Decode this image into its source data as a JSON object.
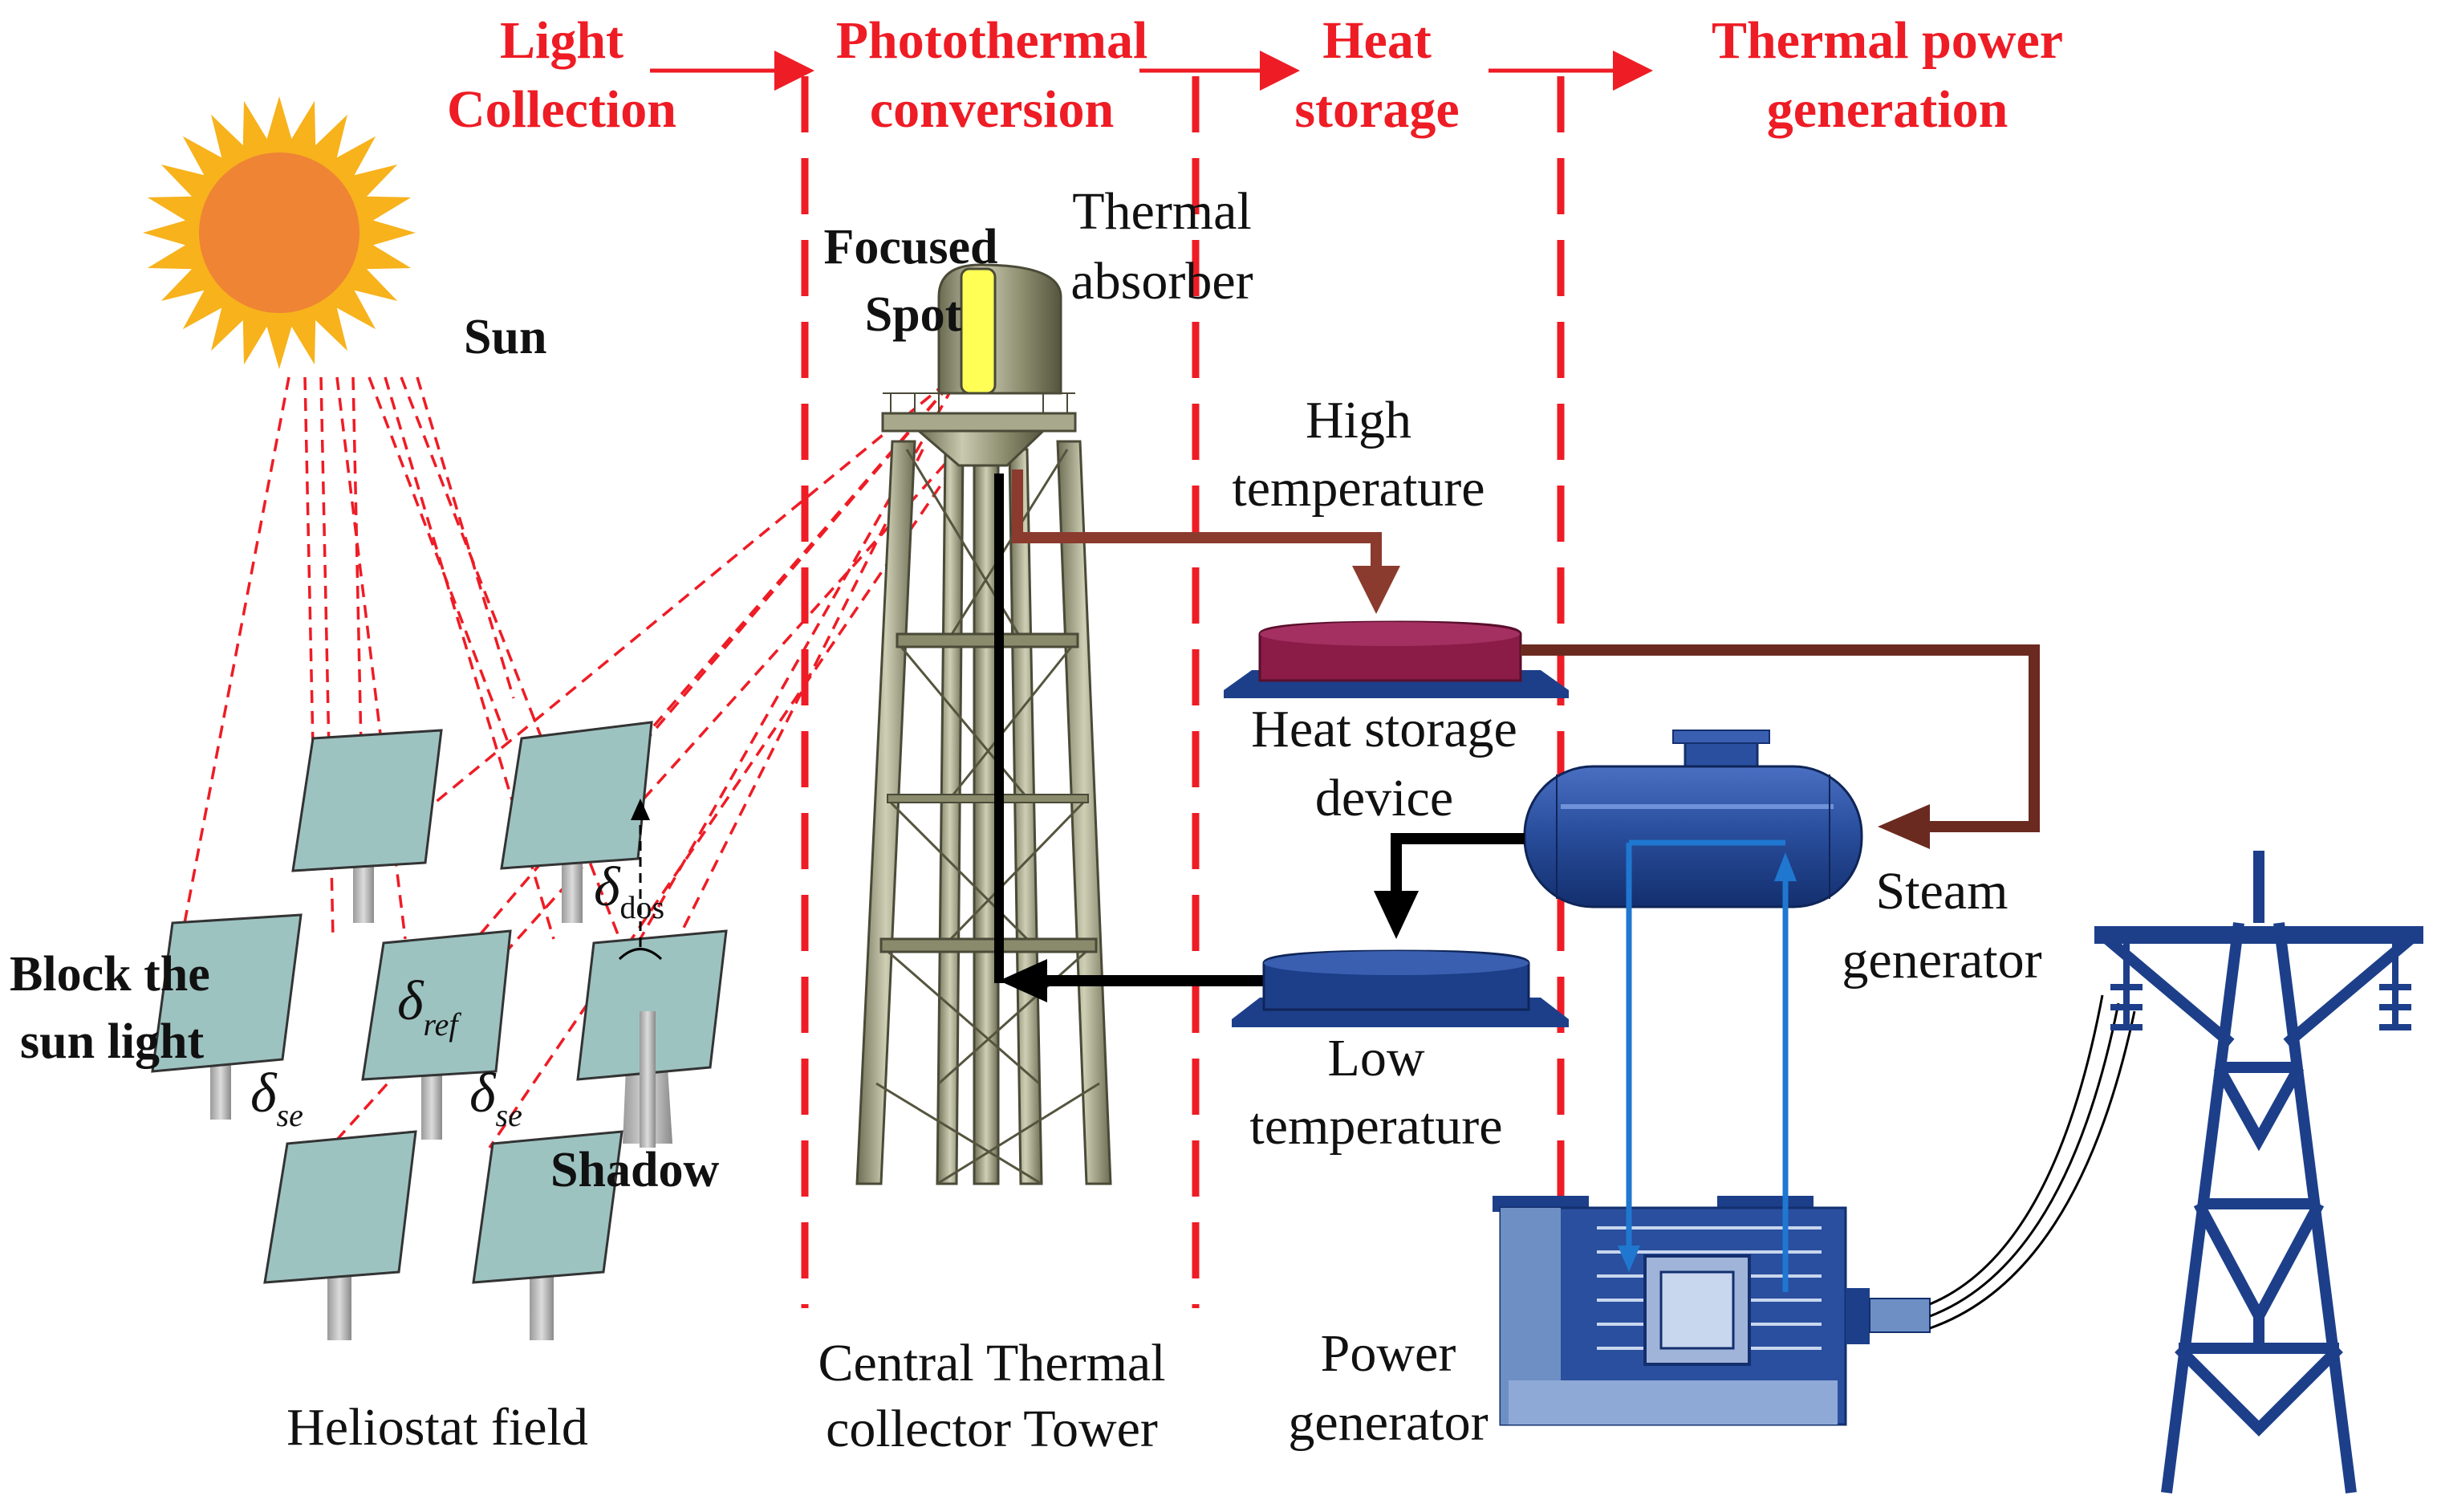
{
  "stages": [
    {
      "line1": "Light",
      "line2": "Collection"
    },
    {
      "line1": "Photothermal",
      "line2": "conversion"
    },
    {
      "line1": "Heat",
      "line2": "storage"
    },
    {
      "line1": "Thermal power",
      "line2": "generation"
    }
  ],
  "labels": {
    "sun": "Sun",
    "focused_spot": [
      "Focused",
      "Spot"
    ],
    "thermal_absorber": [
      "Thermal",
      "absorber"
    ],
    "high_temperature": [
      "High",
      "temperature"
    ],
    "heat_storage_device": [
      "Heat storage",
      "device"
    ],
    "steam_generator": [
      "Steam",
      "generator"
    ],
    "low_temperature": [
      "Low",
      "temperature"
    ],
    "power_generator": [
      "Power",
      "generator"
    ],
    "block_sun_light": [
      "Block the",
      "sun light"
    ],
    "shadow": "Shadow",
    "heliostat_field": "Heliostat field",
    "tower": [
      "Central Thermal",
      "collector Tower"
    ]
  },
  "symbols": {
    "delta": "δ",
    "ref": "ref",
    "se": "se",
    "dos": "dos"
  },
  "colors": {
    "stage_red": "#ee1c25",
    "ray_red": "#ee1c25",
    "hot_flow": "#8b3a2e",
    "steam_flow": "#6b2a20",
    "cold_flow": "#000000",
    "water_flow": "#1f77d0",
    "heliostat": "#9dc3c1",
    "sun_core": "#ef8434",
    "sun_rays": "#f7b21c",
    "hot_tank": "#8a1c47",
    "navy": "#1d3f8a",
    "tower": "#9a9a7a"
  }
}
